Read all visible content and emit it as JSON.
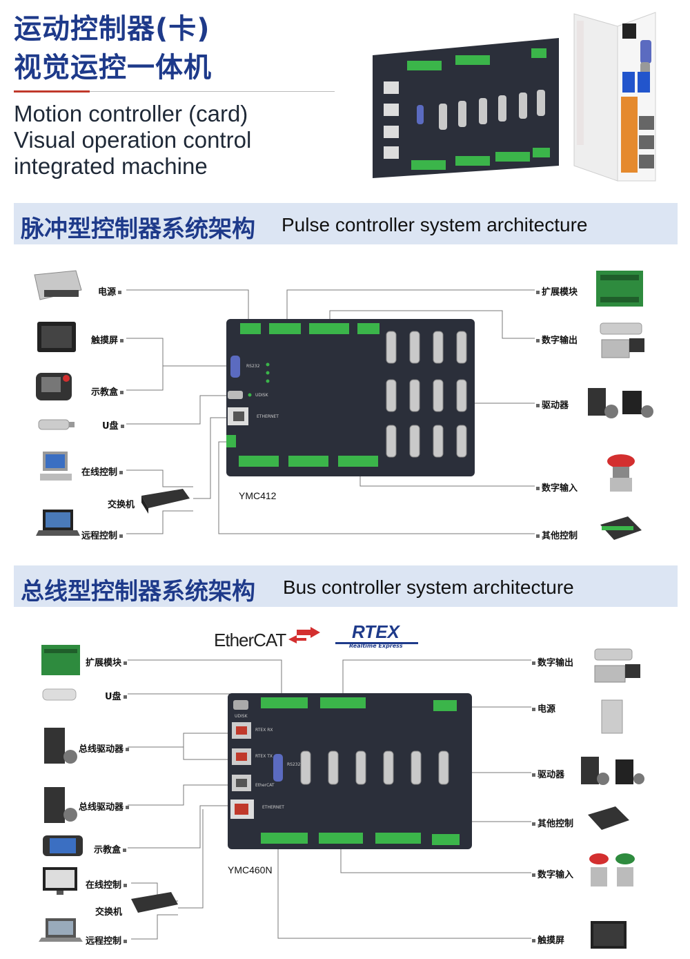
{
  "header": {
    "title_cn_line1": "运动控制器(卡)",
    "title_cn_line2": "视觉运控一体机",
    "title_en_line1": "Motion controller (card)",
    "title_en_line2": "Visual operation control",
    "title_en_line3": "integrated machine",
    "colors": {
      "accent": "#1e3a8a",
      "rule": "#c0392b",
      "band": "#dce5f3",
      "board": "#2b2f3a",
      "terminal": "#3bb54a"
    }
  },
  "pulse": {
    "title_cn": "脉冲型控制器系统架构",
    "title_en": "Pulse controller system architecture",
    "model": "YMC412",
    "left_labels": [
      "电源",
      "触摸屏",
      "示教盒",
      "U盘",
      "在线控制",
      "交换机",
      "远程控制"
    ],
    "right_labels": [
      "扩展模块",
      "数字输出",
      "驱动器",
      "数字输入",
      "其他控制"
    ],
    "ports": [
      "RS232",
      "UDISK",
      "ETHERNET"
    ]
  },
  "bus": {
    "title_cn": "总线型控制器系统架构",
    "title_en": "Bus controller system architecture",
    "model": "YMC460N",
    "logo_ethercat": "EtherCAT",
    "logo_rtex": "RTEX",
    "logo_rtex_sub": "Realtime Express",
    "left_labels": [
      "扩展模块",
      "U盘",
      "总线驱动器",
      "总线驱动器",
      "示教盒",
      "在线控制",
      "交换机",
      "远程控制"
    ],
    "right_labels": [
      "数字输出",
      "电源",
      "驱动器",
      "其他控制",
      "数字输入",
      "触摸屏"
    ],
    "ports": [
      "UDISK",
      "RTEX RX",
      "RTEX TX",
      "EtherCAT",
      "ETHERNET",
      "RS232"
    ]
  }
}
